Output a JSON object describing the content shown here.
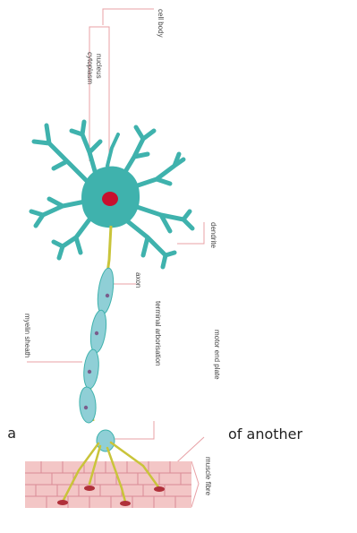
{
  "diagram": {
    "labels": {
      "cell_body": "cell body",
      "nucleus": "nucleus",
      "cytoplasm": "cytoplasm",
      "dendrite": "dendrite",
      "axon": "axon",
      "terminal_arborisation": "terminal arborisation",
      "motor_end_plate": "motor end plate",
      "myelin_sheath": "myelin sheath",
      "muscle_fibre": "muscle fibre"
    },
    "colors": {
      "neuron_body": "#3fb2ad",
      "nucleus": "#c8102e",
      "axon": "#c9c43a",
      "myelin": "#8fcfd6",
      "muscle": "#f3c6c6",
      "muscle_lines": "#d98b95",
      "leader_lines": "#e8a0a5"
    }
  },
  "background_text": {
    "right": "of another",
    "fragment": "a"
  }
}
